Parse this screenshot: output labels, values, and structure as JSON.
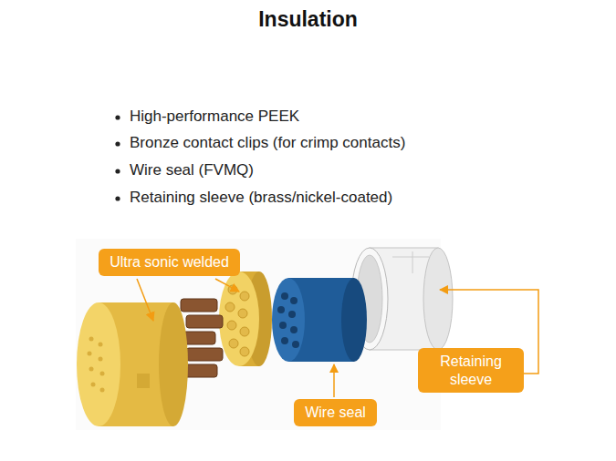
{
  "diagram": {
    "title": "Insulation",
    "nodes": [
      {
        "text": [
          "Ultra sonic welded"
        ]
      },
      {
        "text": [
          "Retaining sleeve"
        ]
      },
      {
        "text": [
          "Wire seal"
        ]
      }
    ],
    "labels": [
      "High-performance  PEEK",
      "Bronze contact clips (for crimp contacts)",
      "Wire seal (FVMQ)",
      "Retaining sleeve (brass/nickel-coated)"
    ]
  }
}
